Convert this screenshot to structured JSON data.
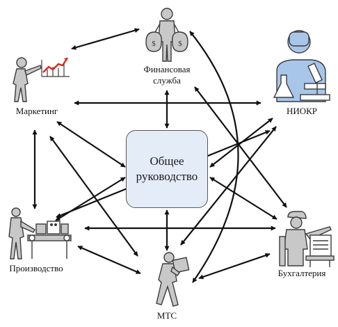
{
  "colors": {
    "arrow": "#111111",
    "figure_fill": "#c8c8c8",
    "figure_stroke": "#3a3a3a",
    "center_fill": "#e4ecf8",
    "niokr_fill": "#a8c6ea",
    "chart_line": "#d42a1a"
  },
  "nodes": {
    "center": {
      "line1": "Общее",
      "line2": "руководство"
    },
    "finance": {
      "line1": "Финансовая",
      "line2": "служба"
    },
    "marketing": {
      "label": "Маркетинг"
    },
    "niokr": {
      "label": "НИОКР"
    },
    "production": {
      "label": "Производство"
    },
    "accounting": {
      "label": "Бухгалтерия"
    },
    "mts": {
      "label": "МТС"
    }
  },
  "icons": {
    "finance": "person-with-money-bags-icon",
    "marketing": "presenter-with-growth-chart-icon",
    "niokr": "scientist-with-microscope-icon",
    "production": "worker-at-conveyor-icon",
    "accounting": "accountant-at-desk-icon",
    "mts": "courier-with-box-icon"
  }
}
